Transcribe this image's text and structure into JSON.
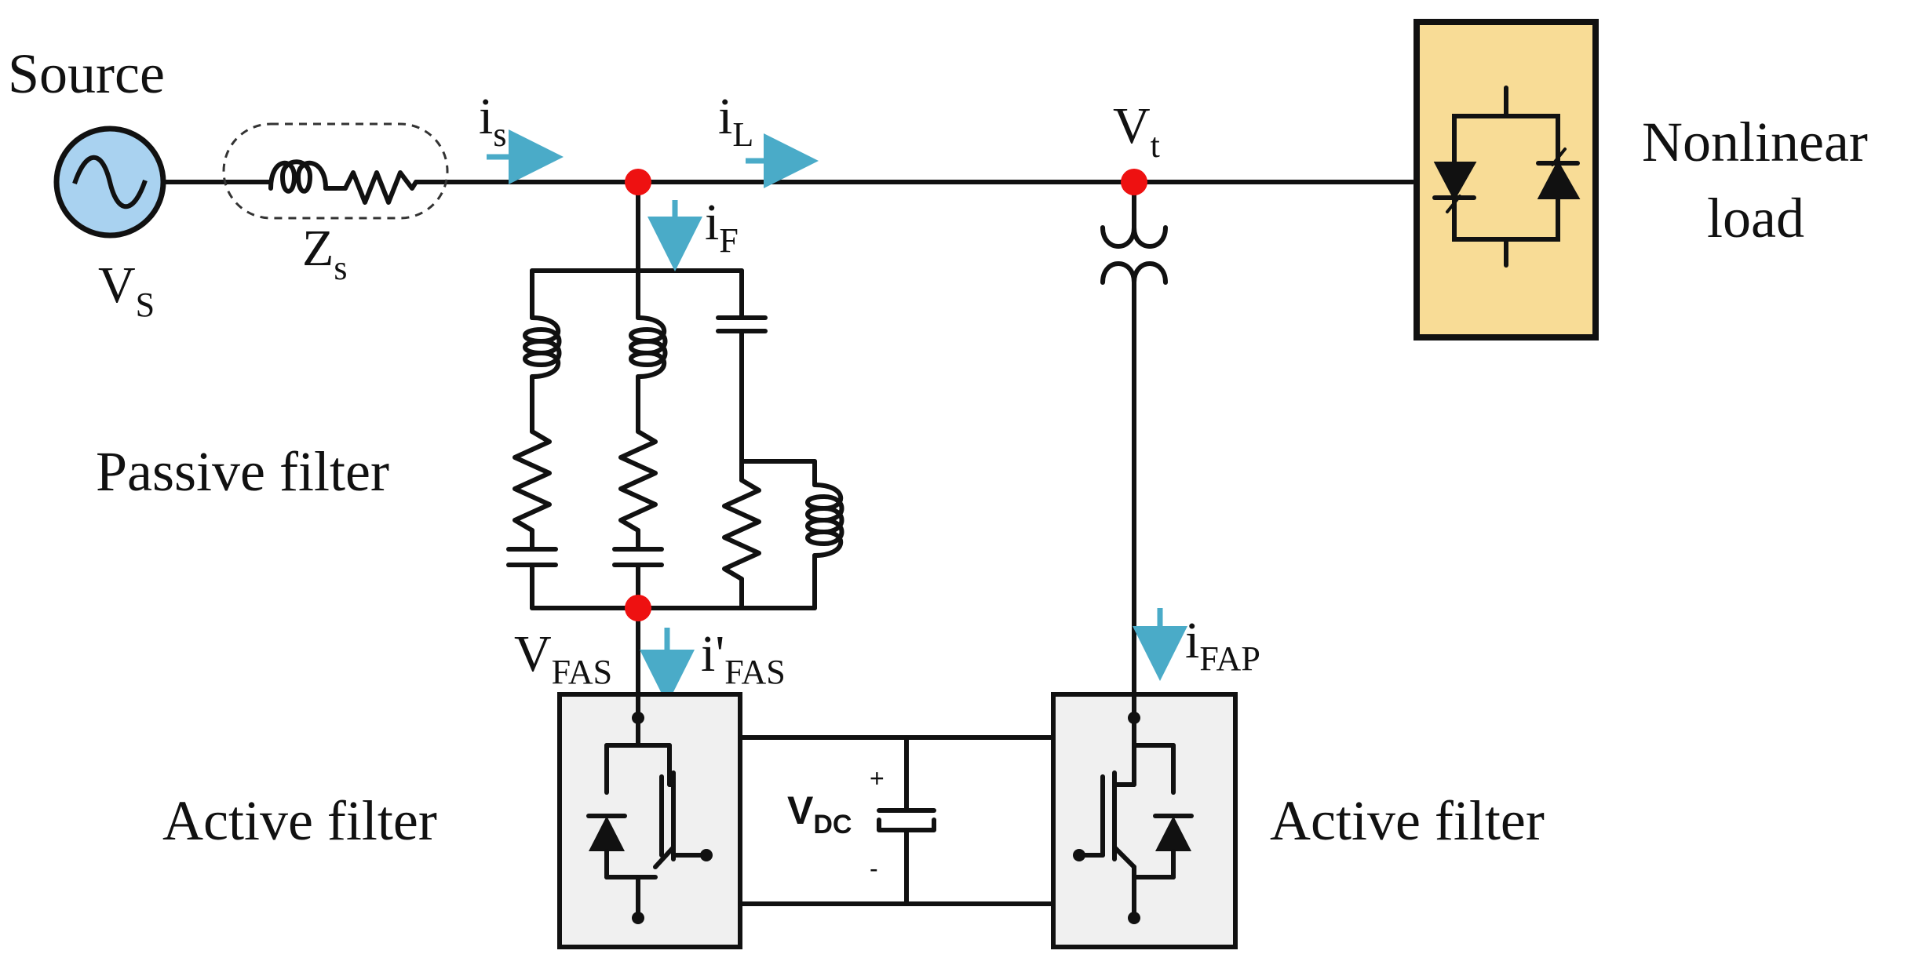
{
  "labels": {
    "source": "Source",
    "vs": "V",
    "vs_sub": "S",
    "zs": "Z",
    "zs_sub": "s",
    "is": "i",
    "is_sub": "s",
    "il": "i",
    "il_sub": "L",
    "vt": "V",
    "vt_sub": "t",
    "if": "i",
    "if_sub": "F",
    "nonlinear_line1": "Nonlinear",
    "nonlinear_line2": "load",
    "passive_filter": "Passive filter",
    "vfas": "V",
    "vfas_sub": "FAS",
    "ifas": "i'",
    "ifas_sub": "FAS",
    "ifap": "i",
    "ifap_sub": "FAP",
    "active_filter_left": "Active filter",
    "active_filter_right": "Active filter",
    "vdc": "V",
    "vdc_sub": "DC",
    "plus": "+",
    "minus": "-"
  },
  "colors": {
    "wire": "#111111",
    "node": "#ee1111",
    "arrow": "#4aabc8",
    "source_fill": "#a9d2f0",
    "load_fill": "#f8dc96",
    "filter_box_fill": "#f0f0f0"
  }
}
